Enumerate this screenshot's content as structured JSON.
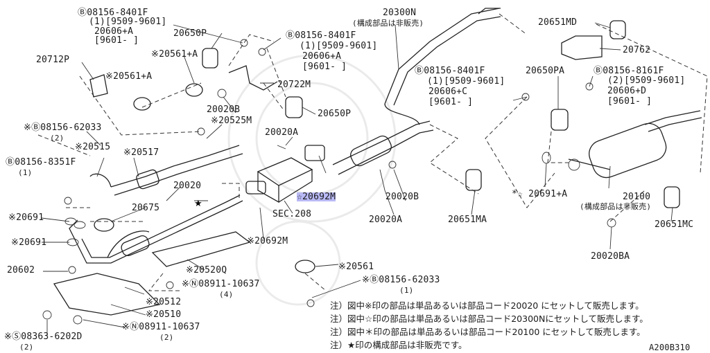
{
  "figure_id": "A200B310",
  "section_ref": "SEC.208",
  "labels": {
    "bolt_top_a": "Ⓑ08156-8401F",
    "bolt_top_a_1": "(1)[9509-9601]",
    "bolt_top_a_2": "20606+A",
    "bolt_top_a_3": "[9601-     ]",
    "p20650p_top": "20650P",
    "p20712p": "20712P",
    "p20561a_1": "※20561+A",
    "p20561a_2": "※20561+A",
    "bolt_mid_a": "Ⓑ08156-8401F",
    "bolt_mid_a_1": "(1)[9509-9601]",
    "bolt_mid_a_2": "20606+A",
    "bolt_mid_a_3": "[9601-     ]",
    "p20722m": "20722M",
    "p20650p_mid": "20650P",
    "p20020b_left": "20020B",
    "p20525m": "※20525M",
    "bolt_62033_left": "※Ⓑ08156-62033",
    "bolt_62033_left_q": "(2)",
    "p20515": "※20515",
    "p20517": "※20517",
    "bolt_8351f": "Ⓑ08156-8351F",
    "bolt_8351f_q": "(1)",
    "p20020": "20020",
    "p20675": "20675",
    "p20691_1": "※20691",
    "p20691_2": "※20691",
    "p20602": "20602",
    "p20020a_top": "20020A",
    "sec208": "SEC.208",
    "p20692m_sel": "☆20692M",
    "p20692m": "※20692M",
    "p20520q": "※20520Q",
    "nut_10637_a": "※Ⓝ08911-10637",
    "nut_10637_a_q": "(4)",
    "p20512": "※20512",
    "p20510": "※20510",
    "nut_10637_b": "※Ⓝ08911-10637",
    "nut_10637_b_q": "(2)",
    "screw_6202d": "※Ⓢ08363-6202D",
    "screw_6202d_q": "(2)",
    "p20300n": "20300N",
    "not_sold_1": "(構成部品は非販売)",
    "bolt_right_c": "Ⓑ08156-8401F",
    "bolt_right_c_1": "(1)[9509-9601]",
    "bolt_right_c_2": "20606+C",
    "bolt_right_c_3": "[9601-     ]",
    "p20020b_mid": "20020B",
    "p20020a_mid": "20020A",
    "p20651ma": "20651MA",
    "p20651md": "20651MD",
    "p20762": "20762",
    "p20650pa": "20650PA",
    "bolt_8161f": "Ⓑ08156-8161F",
    "bolt_8161f_1": "(2)[9509-9601]",
    "bolt_8161f_2": "20606+D",
    "bolt_8161f_3": "[9601-     ]",
    "p20691a": "*☆ 20691+A",
    "p20100": "20100",
    "not_sold_2": "(構成部品は非販売)",
    "p20651mc": "20651MC",
    "p20020ba": "20020BA",
    "p20561": "※20561",
    "bolt_62033_b": "※Ⓑ08156-62033",
    "bolt_62033_b_q": "(1)"
  },
  "notes": [
    "注）図中※印の部品は単品あるいは部品コード20020  にセットして販売します。",
    "注）図中☆印の部品は単品あるいは部品コード20300Nにセットして販売します。",
    "注）図中＊印の部品は単品あるいは部品コード20100  にセットして販売します。",
    "注）★印の構成部品は非販売です。"
  ]
}
